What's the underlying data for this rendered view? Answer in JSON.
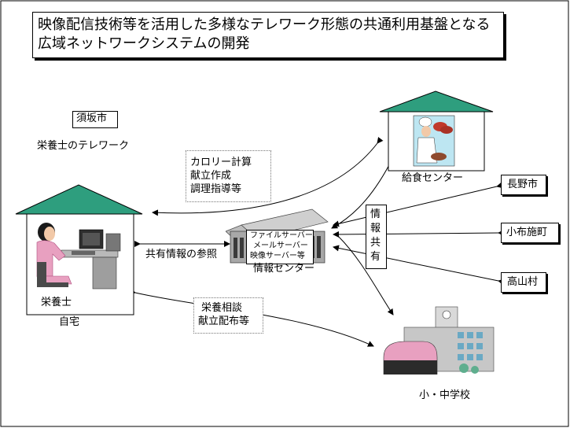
{
  "title": {
    "line1": "映像配信技術等を活用した多様なテレワーク形態の共通利用基盤となる",
    "line2": "広域ネットワークシステムの開発"
  },
  "city_label": "須坂市",
  "telework_label": "栄養士のテレワーク",
  "home": {
    "person_label": "栄養士",
    "house_label": "自宅"
  },
  "tasks_upper": [
    "カロリー計算",
    "献立作成",
    "調理指導等"
  ],
  "tasks_lower": [
    "栄養相談",
    "献立配布等"
  ],
  "shared_ref_label": "共有情報の参照",
  "servers": [
    "ファイルサーバー",
    "メールサーバー",
    "映像サーバー等"
  ],
  "info_center_label": "情報センター",
  "kitchen_label": "給食センター",
  "school_label": "小・中学校",
  "info_share_chars": [
    "情",
    "報",
    "共",
    "有"
  ],
  "cities": [
    "長野市",
    "小布施町",
    "高山村"
  ],
  "colors": {
    "roof": "#2e9e7e",
    "pink": "#e8a0c0",
    "school_green": "#5fae8e"
  }
}
